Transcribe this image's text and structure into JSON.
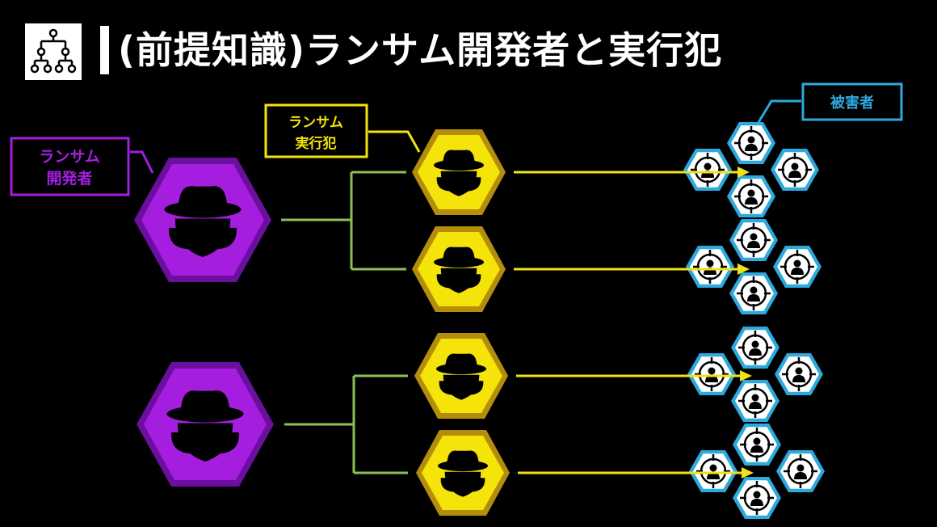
{
  "header": {
    "title": "(前提知識)ランサム開発者と実行犯",
    "icon": "network-hierarchy-icon"
  },
  "labels": {
    "developer_line1": "ランサム",
    "developer_line2": "開発者",
    "affiliate_line1": "ランサム",
    "affiliate_line2": "実行犯",
    "victims": "被害者"
  },
  "icons": {
    "developer": "spy-icon",
    "affiliate": "spy-icon",
    "victim": "target-person-icon"
  },
  "colors": {
    "background": "#000000",
    "developer": "#a51ee0",
    "developer_border": "#6a0f9e",
    "affiliate": "#f4e409",
    "affiliate_border": "#b58d0c",
    "victim_border": "#2ea9dd",
    "connector": "#8dc054",
    "arrow": "#f0e21a"
  }
}
